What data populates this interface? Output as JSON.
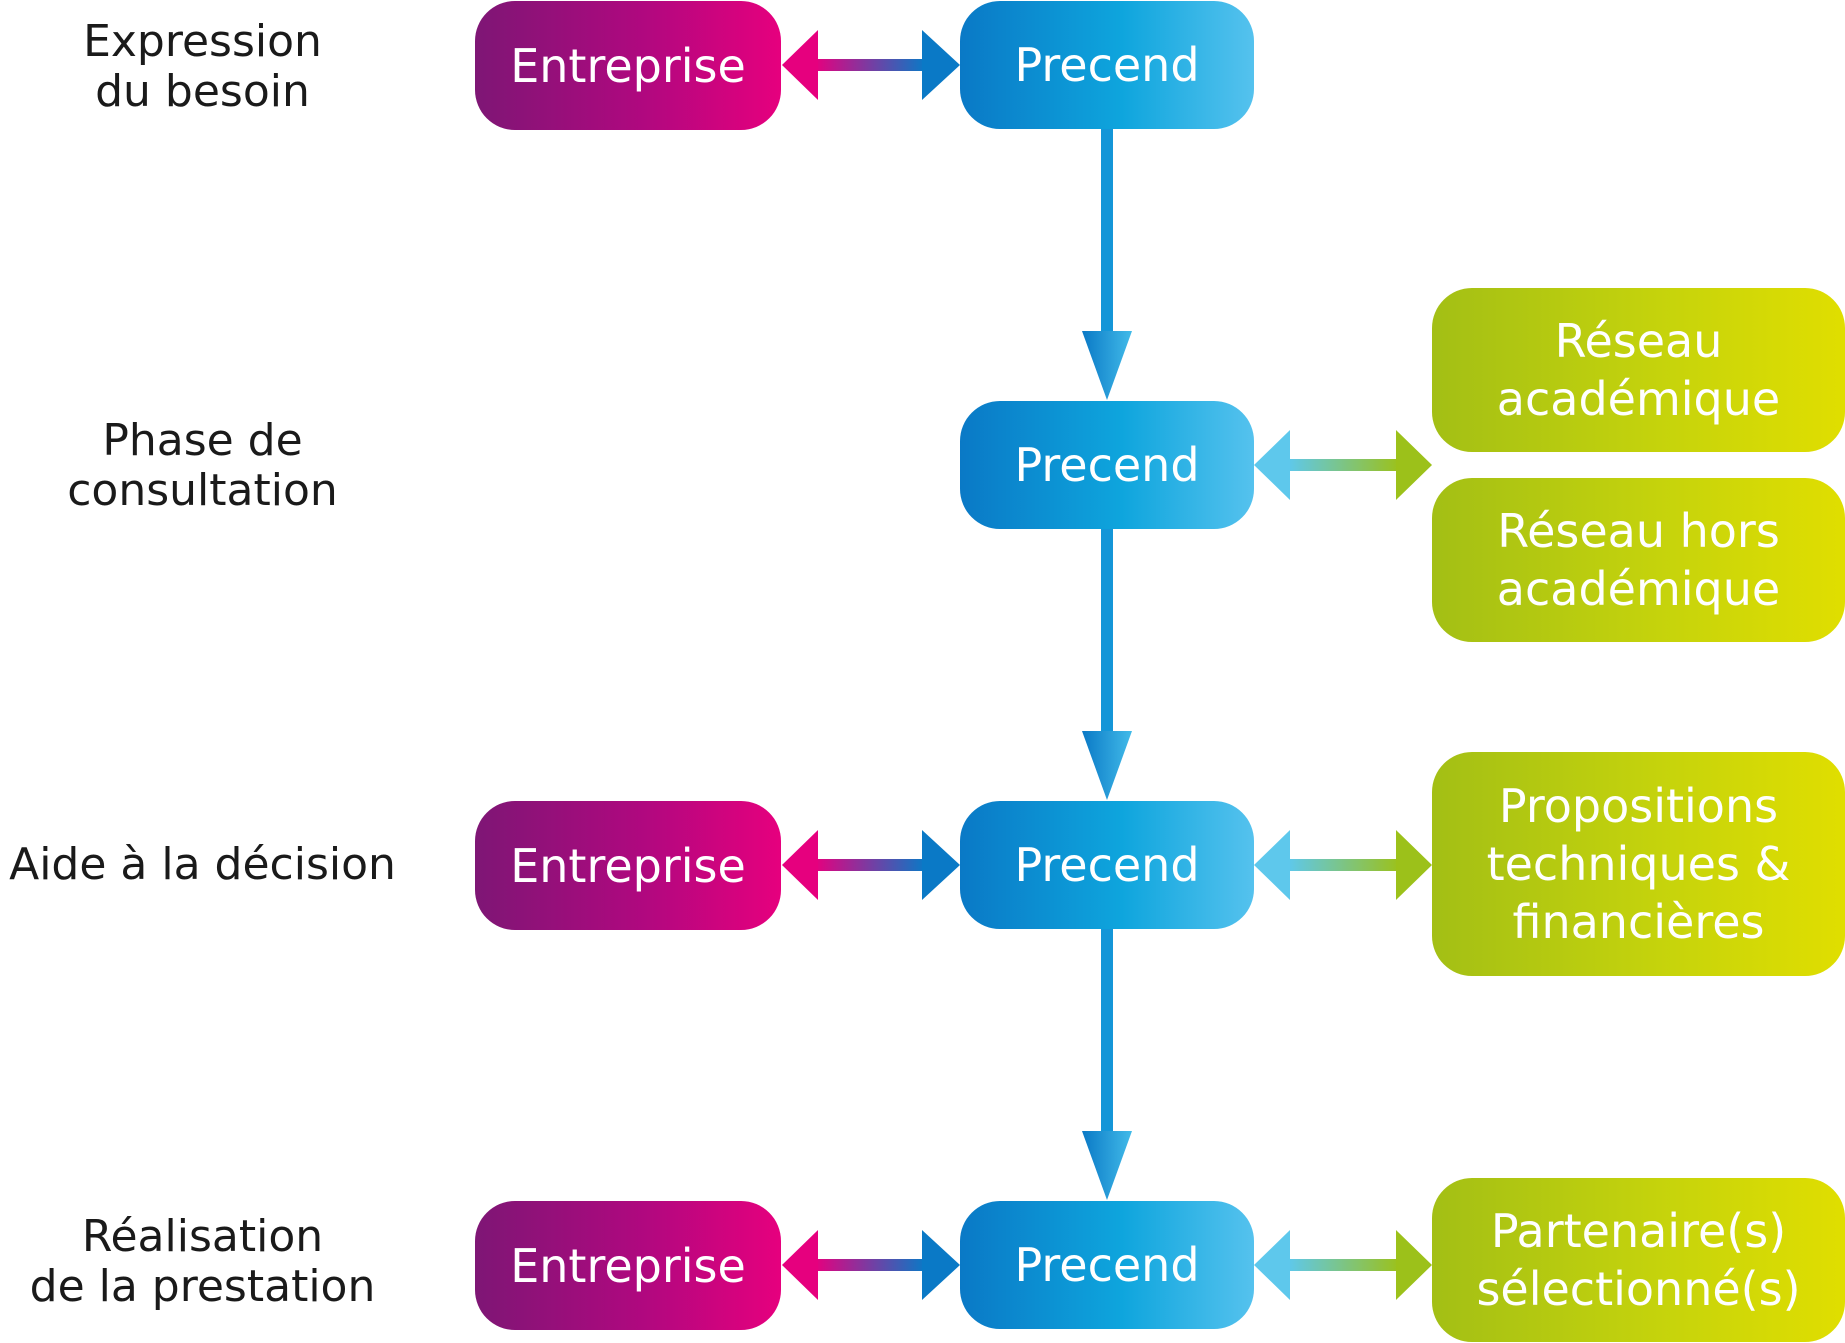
{
  "stages": [
    "Expression\ndu besoin",
    "Phase de\nconsultation",
    "Aide à la décision",
    "Réalisation\nde la prestation"
  ],
  "boxes": {
    "entreprise_1": "Entreprise",
    "precend_1": "Precend",
    "precend_2": "Precend",
    "reseau_academique": "Réseau\nacadémique",
    "reseau_hors_academique": "Réseau hors\nacadémique",
    "entreprise_3": "Entreprise",
    "precend_3": "Precend",
    "propositions": "Propositions\ntechniques &\nfinancières",
    "entreprise_4": "Entreprise",
    "precend_4": "Precend",
    "partenaires": "Partenaire(s)\nsélectionné(s)"
  },
  "colors": {
    "entreprise": "#b0087f",
    "precend": "#0ea5dd",
    "green": "#c5d30c",
    "stage_text": "#1a1a1a"
  }
}
